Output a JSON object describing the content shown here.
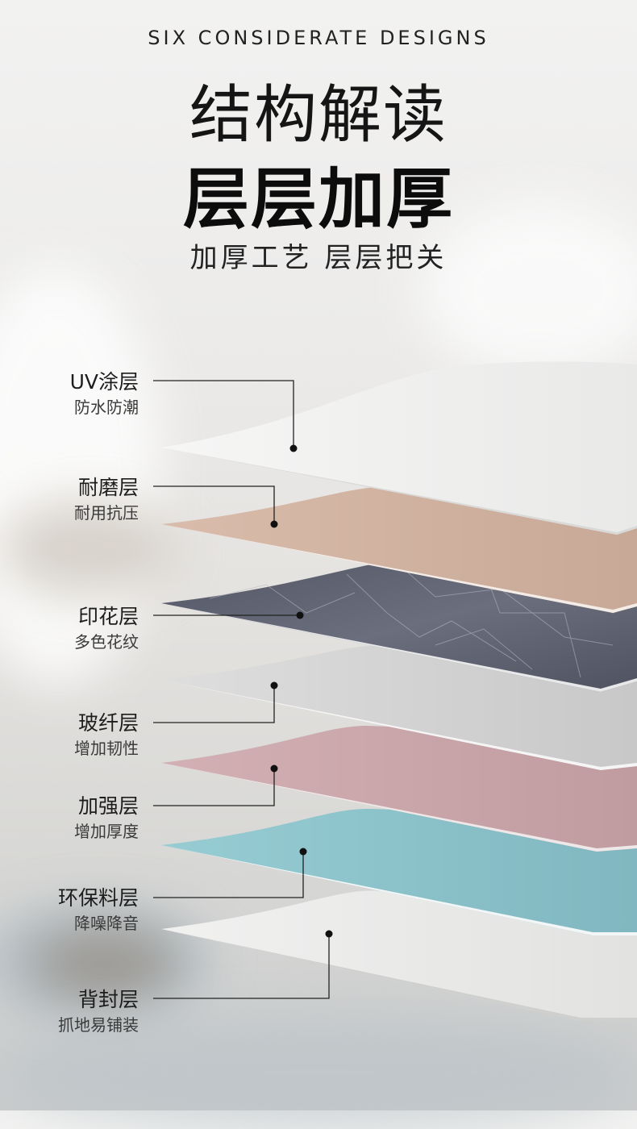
{
  "header": {
    "eyebrow": "SIX CONSIDERATE DESIGNS",
    "title_line1": "结构解读",
    "title_line2": "层层加厚",
    "subtitle": "加厚工艺 层层把关"
  },
  "layers": [
    {
      "name": "UV涂层",
      "desc": "防水防潮",
      "color": "#f4f4f3"
    },
    {
      "name": "耐磨层",
      "desc": "耐用抗压",
      "color": "#d3b5a2"
    },
    {
      "name": "印花层",
      "desc": "多色花纹",
      "color": "#5e6170"
    },
    {
      "name": "玻纤层",
      "desc": "增加韧性",
      "color": "#d2d2d2"
    },
    {
      "name": "加强层",
      "desc": "增加厚度",
      "color": "#cba7aa"
    },
    {
      "name": "环保料层",
      "desc": "降噪降音",
      "color": "#8ec3cb"
    },
    {
      "name": "背封层",
      "desc": "抓地易铺装",
      "color": "#ededeb"
    }
  ]
}
